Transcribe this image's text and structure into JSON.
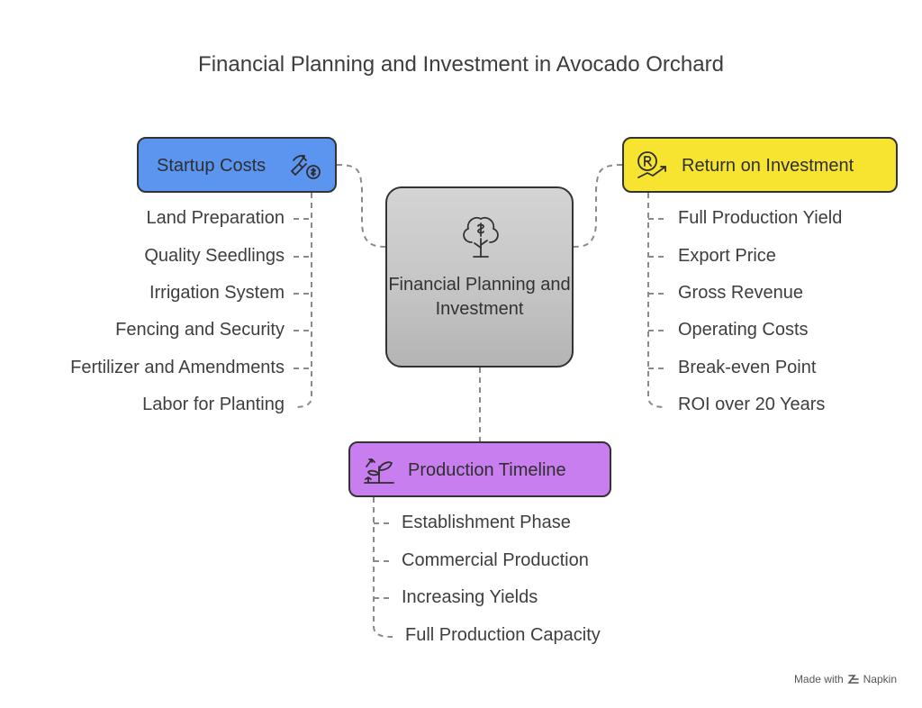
{
  "title": "Financial Planning and Investment in Avocado Orchard",
  "center": {
    "label": "Financial Planning and Investment",
    "icon": "money-tree-icon"
  },
  "startup": {
    "label": "Startup Costs",
    "icon": "startup-costs-icon",
    "color": "#5b95f0",
    "items": [
      "Land Preparation",
      "Quality Seedlings",
      "Irrigation System",
      "Fencing and Security",
      "Fertilizer and Amendments",
      "Labor for Planting"
    ]
  },
  "roi": {
    "label": "Return on Investment",
    "icon": "rupee-growth-icon",
    "color": "#f6e431",
    "items": [
      "Full Production Yield",
      "Export Price",
      "Gross Revenue",
      "Operating Costs",
      "Break-even Point",
      "ROI over 20 Years"
    ]
  },
  "timeline": {
    "label": "Production Timeline",
    "icon": "plant-growth-icon",
    "color": "#c97ef0",
    "items": [
      "Establishment Phase",
      "Commercial Production",
      "Increasing Yields",
      "Full Production Capacity"
    ]
  },
  "footer": {
    "made_with": "Made with",
    "brand": "Napkin"
  }
}
